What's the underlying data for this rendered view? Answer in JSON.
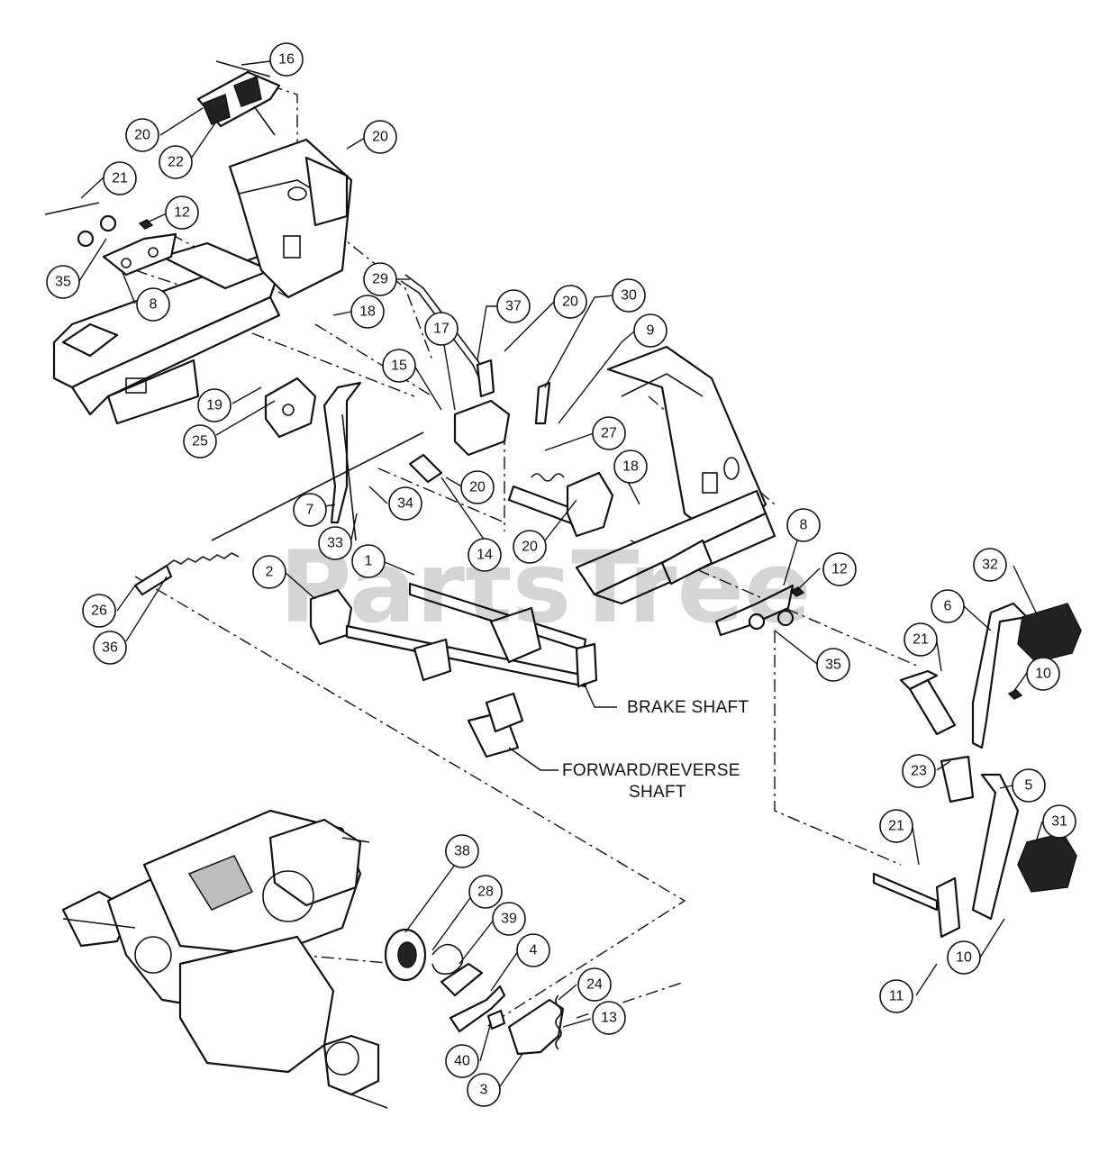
{
  "watermark": "PartsTree",
  "labels": {
    "brake_shaft": "BRAKE SHAFT",
    "forward_reverse_line1": "FORWARD/REVERSE",
    "forward_reverse_line2": "SHAFT"
  },
  "callouts": [
    {
      "id": "c16a",
      "text": "16"
    },
    {
      "id": "c20a",
      "text": "20"
    },
    {
      "id": "c22",
      "text": "22"
    },
    {
      "id": "c20b",
      "text": "20"
    },
    {
      "id": "c21a",
      "text": "21"
    },
    {
      "id": "c12a",
      "text": "12"
    },
    {
      "id": "c35a",
      "text": "35"
    },
    {
      "id": "c8a",
      "text": "8"
    },
    {
      "id": "c29",
      "text": "29"
    },
    {
      "id": "c37",
      "text": "37"
    },
    {
      "id": "c20c",
      "text": "20"
    },
    {
      "id": "c30",
      "text": "30"
    },
    {
      "id": "c9",
      "text": "9"
    },
    {
      "id": "c18a",
      "text": "18"
    },
    {
      "id": "c17",
      "text": "17"
    },
    {
      "id": "c15",
      "text": "15"
    },
    {
      "id": "c19",
      "text": "19"
    },
    {
      "id": "c25",
      "text": "25"
    },
    {
      "id": "c27",
      "text": "27"
    },
    {
      "id": "c20d",
      "text": "20"
    },
    {
      "id": "c34",
      "text": "34"
    },
    {
      "id": "c7",
      "text": "7"
    },
    {
      "id": "c18b",
      "text": "18"
    },
    {
      "id": "c33",
      "text": "33"
    },
    {
      "id": "c14",
      "text": "14"
    },
    {
      "id": "c20e",
      "text": "20"
    },
    {
      "id": "c1",
      "text": "1"
    },
    {
      "id": "c2",
      "text": "2"
    },
    {
      "id": "c8b",
      "text": "8"
    },
    {
      "id": "c12b",
      "text": "12"
    },
    {
      "id": "c32",
      "text": "32"
    },
    {
      "id": "c26",
      "text": "26"
    },
    {
      "id": "c36",
      "text": "36"
    },
    {
      "id": "c6",
      "text": "6"
    },
    {
      "id": "c21b",
      "text": "21"
    },
    {
      "id": "c10a",
      "text": "10"
    },
    {
      "id": "c35b",
      "text": "35"
    },
    {
      "id": "c23",
      "text": "23"
    },
    {
      "id": "c5",
      "text": "5"
    },
    {
      "id": "c31",
      "text": "31"
    },
    {
      "id": "c21c",
      "text": "21"
    },
    {
      "id": "c38",
      "text": "38"
    },
    {
      "id": "c28",
      "text": "28"
    },
    {
      "id": "c39",
      "text": "39"
    },
    {
      "id": "c4",
      "text": "4"
    },
    {
      "id": "c24",
      "text": "24"
    },
    {
      "id": "c13",
      "text": "13"
    },
    {
      "id": "c40",
      "text": "40"
    },
    {
      "id": "c3",
      "text": "3"
    },
    {
      "id": "c10b",
      "text": "10"
    },
    {
      "id": "c11",
      "text": "11"
    }
  ]
}
